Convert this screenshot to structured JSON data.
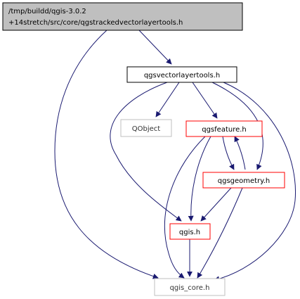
{
  "diagram": {
    "nodes": {
      "root": {
        "lines": [
          "/tmp/buildd/qgis-3.0.2",
          "+14stretch/src/core/qgstrackedvectorlayertools.h"
        ],
        "fill": "#bfbfbf",
        "stroke": "#000000"
      },
      "vectorlayertools": {
        "label": "qgsvectorlayertools.h",
        "fill": "#ffffff",
        "stroke": "#000000"
      },
      "qobject": {
        "label": "QObject",
        "fill": "#ffffff",
        "stroke": "#bfbfbf"
      },
      "feature": {
        "label": "qgsfeature.h",
        "fill": "#ffffff",
        "stroke": "#ff0000"
      },
      "geometry": {
        "label": "qgsgeometry.h",
        "fill": "#ffffff",
        "stroke": "#ff0000"
      },
      "qgis": {
        "label": "qgis.h",
        "fill": "#ffffff",
        "stroke": "#ff0000"
      },
      "core": {
        "label": "qgis_core.h",
        "fill": "#ffffff",
        "stroke": "#bfbfbf"
      }
    },
    "edge_color": "#191970",
    "edges": [
      {
        "from": "root",
        "to": "vectorlayertools"
      },
      {
        "from": "root",
        "to": "core"
      },
      {
        "from": "vectorlayertools",
        "to": "qobject"
      },
      {
        "from": "vectorlayertools",
        "to": "feature"
      },
      {
        "from": "vectorlayertools",
        "to": "geometry"
      },
      {
        "from": "vectorlayertools",
        "to": "qgis"
      },
      {
        "from": "vectorlayertools",
        "to": "core"
      },
      {
        "from": "feature",
        "to": "geometry"
      },
      {
        "from": "geometry",
        "to": "feature"
      },
      {
        "from": "feature",
        "to": "qgis"
      },
      {
        "from": "feature",
        "to": "core"
      },
      {
        "from": "geometry",
        "to": "qgis"
      },
      {
        "from": "geometry",
        "to": "core"
      },
      {
        "from": "qgis",
        "to": "core"
      }
    ]
  }
}
